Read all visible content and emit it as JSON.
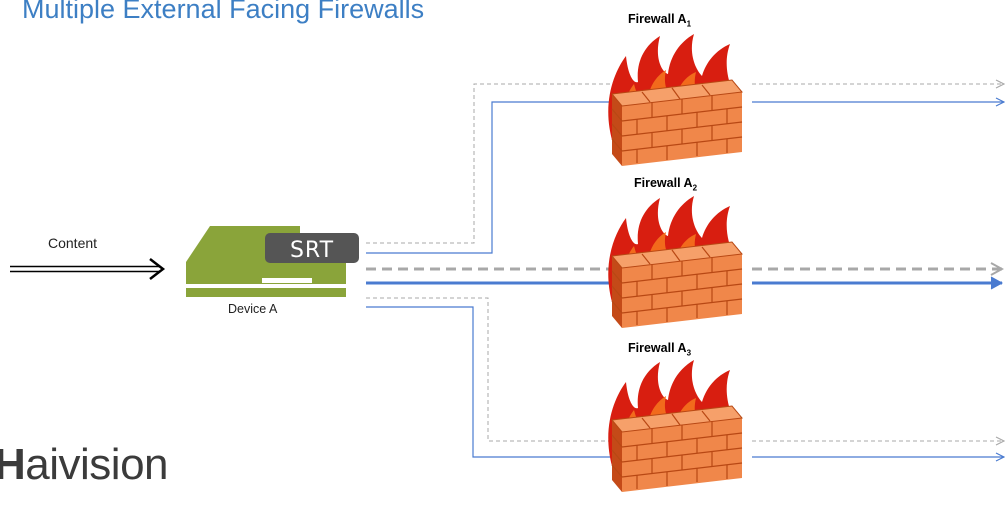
{
  "title": "Multiple External Facing Firewalls",
  "input_label": "Content",
  "device": {
    "label": "Device A",
    "badge": "SRT"
  },
  "firewalls": [
    {
      "name": "Firewall A",
      "subscript": "1"
    },
    {
      "name": "Firewall A",
      "subscript": "2"
    },
    {
      "name": "Firewall A",
      "subscript": "3"
    }
  ],
  "logo": {
    "bold": "H",
    "rest": "aivision"
  },
  "colors": {
    "title": "#3d7fc4",
    "primary_path": "#4a7bd0",
    "backup_path": "#a8a8a8",
    "device": "#8aa43a",
    "brick": "#f0874a",
    "flame": "#e02010"
  }
}
